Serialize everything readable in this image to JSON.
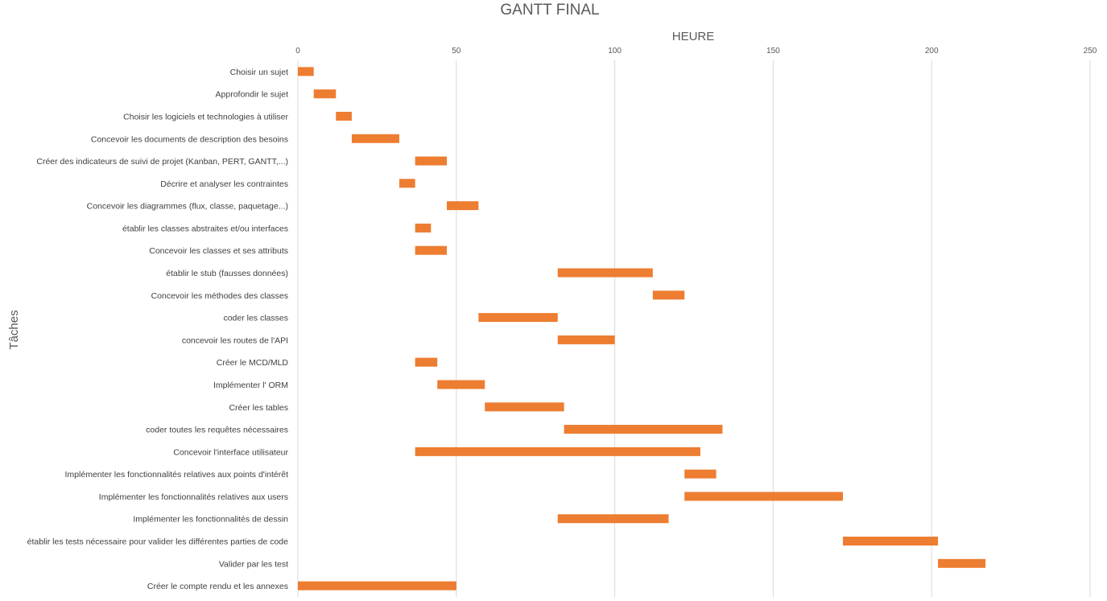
{
  "chart_data": {
    "type": "bar",
    "orientation": "horizontal",
    "stacked": true,
    "title": "GANTT FINAL",
    "xlabel": "HEURE",
    "ylabel": "Tâches",
    "xlim": [
      0,
      250
    ],
    "xticks": [
      0,
      50,
      100,
      150,
      200,
      250
    ],
    "x_axis_position": "top",
    "grid": true,
    "legend": "none",
    "bar_color": "#ed7d31",
    "categories": [
      "Choisir un sujet",
      "Approfondir le sujet",
      "Choisir les logiciels et technologies à utiliser",
      "Concevoir les documents de description des besoins",
      "Créer des indicateurs de suivi de projet (Kanban, PERT, GANTT,...)",
      "Décrire et analyser les contraintes",
      "Concevoir les diagrammes (flux, classe, paquetage...)",
      "établir les classes abstraites et/ou interfaces",
      "Concevoir les classes et ses attributs",
      "établir le stub (fausses données)",
      "Concevoir les méthodes des classes",
      "coder les classes",
      "concevoir les routes de l'API",
      "Créer le MCD/MLD",
      "Implémenter l' ORM",
      "Créer les tables",
      "coder toutes les requêtes nécessaires",
      "Concevoir l'interface utilisateur",
      "Implémenter les fonctionnalités relatives aux points d'intérêt",
      "Implémenter les fonctionnalités relatives aux users",
      "Implémenter les fonctionnalités de dessin",
      "établir les tests nécessaire pour valider les différentes parties de code",
      "Valider par les test",
      "Créer le compte rendu et les annexes"
    ],
    "start": [
      0,
      5,
      12,
      17,
      37,
      32,
      47,
      37,
      37,
      82,
      112,
      57,
      82,
      37,
      44,
      59,
      84,
      37,
      122,
      122,
      82,
      172,
      202,
      0
    ],
    "duration": [
      5,
      7,
      5,
      15,
      10,
      5,
      10,
      5,
      10,
      30,
      10,
      25,
      18,
      7,
      15,
      25,
      50,
      90,
      10,
      50,
      35,
      30,
      15,
      50
    ]
  }
}
